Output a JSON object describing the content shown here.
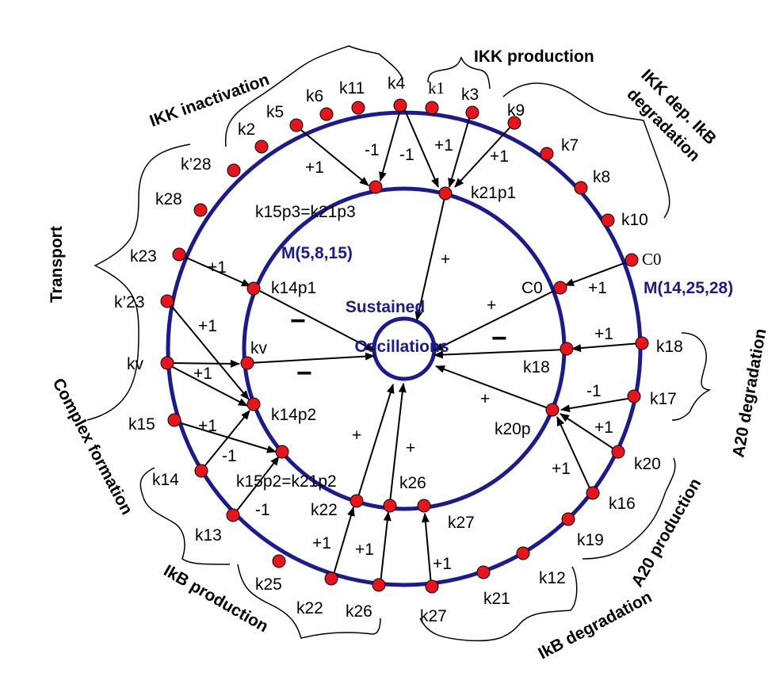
{
  "colors": {
    "ring": "#1b1b8f",
    "node": "#e8141c",
    "label_blue": "#1b1b8f"
  },
  "center": {
    "line1": "Sustained",
    "line2": "Oscillations"
  },
  "modules": {
    "inner": "M(5,8,15)",
    "outer": "M(14,25,28)"
  },
  "groups": {
    "ikk_production": "IKK production",
    "ikk_inactivation": "IKK inactivation",
    "ikk_dep_degradation_1": "IKK dep. IkB",
    "ikk_dep_degradation_2": "degradation",
    "transport": "Transport",
    "complex_formation": "Complex formation",
    "ikb_production": "IkB production",
    "ikb_degradation": "IkB degradation",
    "a20_production": "A20 production",
    "a20_degradation": "A20 degradation"
  },
  "outer_labels": {
    "k1": "k1",
    "k3": "k3",
    "k4": "k4",
    "k11": "k11",
    "k6": "k6",
    "k5": "k5",
    "k2": "k2",
    "k28p": "k’28",
    "k28": "k28",
    "k23": "k23",
    "k23p": "k’23",
    "kv": "kv",
    "k15": "k15",
    "k14": "k14",
    "k13": "k13",
    "k25": "k25",
    "k22": "k22",
    "k26": "k26",
    "k27": "k27",
    "k21": "k21",
    "k12": "k12",
    "k19": "k19",
    "k16": "k16",
    "k20": "k20",
    "k17": "k17",
    "k18": "k18",
    "c0": "C0",
    "k10": "k10",
    "k8": "k8",
    "k7": "k7",
    "k9": "k9"
  },
  "inner_labels": {
    "k15p3": "k15p3=k21p3",
    "k21p1": "k21p1",
    "k14p1": "k14p1",
    "c0": "C0",
    "kv": "kv",
    "k18": "k18",
    "k14p2": "k14p2",
    "k20p": "k20p",
    "k15p2": "k15p2=k21p2",
    "k22": "k22",
    "k26": "k26",
    "k27": "k27"
  },
  "signs": {
    "s_k5": "+1",
    "s_k4": "-1",
    "s_k1": "-1",
    "s_k3": "+1",
    "s_k9": "+1",
    "s_k23": "+1",
    "s_k23p": "+1",
    "s_kv": "+1",
    "s_k15": "+1",
    "s_k14": "-1",
    "s_k13": "-1",
    "s_c0": "+1",
    "s_k18": "+1",
    "s_k17": "-1",
    "s_k20": "+1",
    "s_k16": "+1",
    "s_k22": "+1",
    "s_k26": "+1",
    "s_k27": "+1",
    "c_k21p1": "+",
    "c_c0": "+",
    "c_k20p": "+",
    "c_k22": "+",
    "c_k26": "+",
    "c_k14p1": "−",
    "c_kv": "−",
    "c_k18": "−"
  }
}
